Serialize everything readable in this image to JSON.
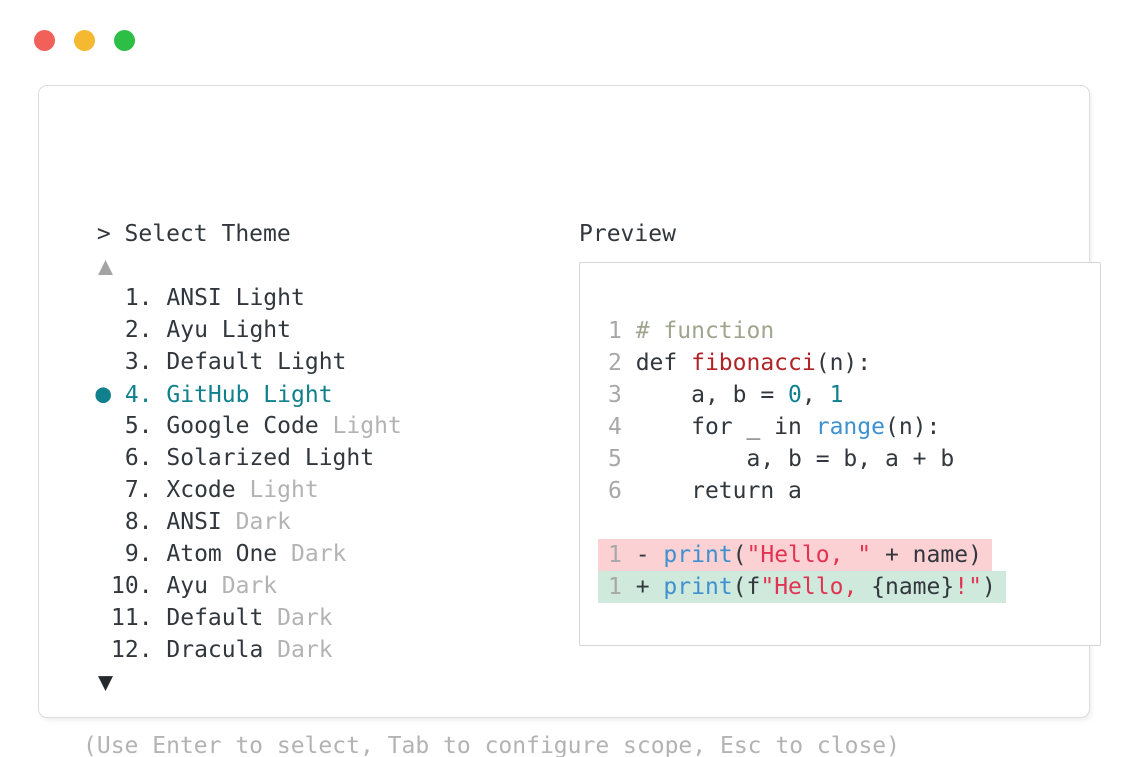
{
  "window": {
    "traffic_lights": [
      "close",
      "minimize",
      "maximize"
    ]
  },
  "picker": {
    "prompt": "> Select Theme",
    "scroll_up_glyph": "▲",
    "scroll_down_glyph": "▼",
    "selected_marker": "●",
    "items": [
      {
        "num": "1.",
        "name": "ANSI Light",
        "suffix": "",
        "selected": false
      },
      {
        "num": "2.",
        "name": "Ayu Light",
        "suffix": "",
        "selected": false
      },
      {
        "num": "3.",
        "name": "Default Light",
        "suffix": "",
        "selected": false
      },
      {
        "num": "4.",
        "name": "GitHub Light",
        "suffix": "",
        "selected": true
      },
      {
        "num": "5.",
        "name": "Google Code",
        "suffix": "Light",
        "selected": false
      },
      {
        "num": "6.",
        "name": "Solarized Light",
        "suffix": "",
        "selected": false
      },
      {
        "num": "7.",
        "name": "Xcode",
        "suffix": "Light",
        "selected": false
      },
      {
        "num": "8.",
        "name": "ANSI",
        "suffix": "Dark",
        "selected": false
      },
      {
        "num": "9.",
        "name": "Atom One",
        "suffix": "Dark",
        "selected": false
      },
      {
        "num": "10.",
        "name": "Ayu",
        "suffix": "Dark",
        "selected": false
      },
      {
        "num": "11.",
        "name": "Default",
        "suffix": "Dark",
        "selected": false
      },
      {
        "num": "12.",
        "name": "Dracula",
        "suffix": "Dark",
        "selected": false
      }
    ]
  },
  "preview": {
    "label": "Preview",
    "code_lines": [
      {
        "num": "1",
        "bg": "",
        "segs": [
          {
            "t": "# function",
            "c": "comment"
          }
        ]
      },
      {
        "num": "2",
        "bg": "",
        "segs": [
          {
            "t": "def ",
            "c": "plain"
          },
          {
            "t": "fibonacci",
            "c": "func"
          },
          {
            "t": "(n):",
            "c": "plain"
          }
        ]
      },
      {
        "num": "3",
        "bg": "",
        "segs": [
          {
            "t": "    a, b = ",
            "c": "plain"
          },
          {
            "t": "0",
            "c": "number"
          },
          {
            "t": ", ",
            "c": "plain"
          },
          {
            "t": "1",
            "c": "number"
          }
        ]
      },
      {
        "num": "4",
        "bg": "",
        "segs": [
          {
            "t": "    for _ in ",
            "c": "plain"
          },
          {
            "t": "range",
            "c": "builtin"
          },
          {
            "t": "(n):",
            "c": "plain"
          }
        ]
      },
      {
        "num": "5",
        "bg": "",
        "segs": [
          {
            "t": "        a, b = b, a + b",
            "c": "plain"
          }
        ]
      },
      {
        "num": "6",
        "bg": "",
        "segs": [
          {
            "t": "    return a",
            "c": "plain"
          }
        ]
      },
      {
        "num": "",
        "bg": "",
        "segs": []
      },
      {
        "num": "1",
        "bg": "removed",
        "segs": [
          {
            "t": "- ",
            "c": "plain"
          },
          {
            "t": "print",
            "c": "builtin"
          },
          {
            "t": "(",
            "c": "plain"
          },
          {
            "t": "\"Hello, \"",
            "c": "string"
          },
          {
            "t": " + name)",
            "c": "plain"
          }
        ]
      },
      {
        "num": "1",
        "bg": "added",
        "segs": [
          {
            "t": "+ ",
            "c": "plain"
          },
          {
            "t": "print",
            "c": "builtin"
          },
          {
            "t": "(f",
            "c": "plain"
          },
          {
            "t": "\"Hello, ",
            "c": "string"
          },
          {
            "t": "{name}",
            "c": "plain"
          },
          {
            "t": "!\"",
            "c": "string"
          },
          {
            "t": ")",
            "c": "plain"
          }
        ]
      }
    ]
  },
  "footer": {
    "hint": "(Use Enter to select, Tab to configure scope, Esc to close)"
  },
  "colors": {
    "traffic_red": "#f2605a",
    "traffic_yellow": "#f4b831",
    "traffic_green": "#2dbf45",
    "panel_border": "#dcdcdc",
    "preview_border": "#d6d6d6",
    "text_dark": "#31373c",
    "text_gray": "#b3b3b3",
    "linenum": "#a8a8a8",
    "accent_teal": "#10808d",
    "comment": "#a0a58f",
    "func_red": "#b02428",
    "string_red": "#e23353",
    "blue": "#3e91d0",
    "removed_bg": "#fbd1d4",
    "added_bg": "#cfe9dc",
    "arrow_up": "#a3a3a3",
    "arrow_down": "#26292c"
  }
}
